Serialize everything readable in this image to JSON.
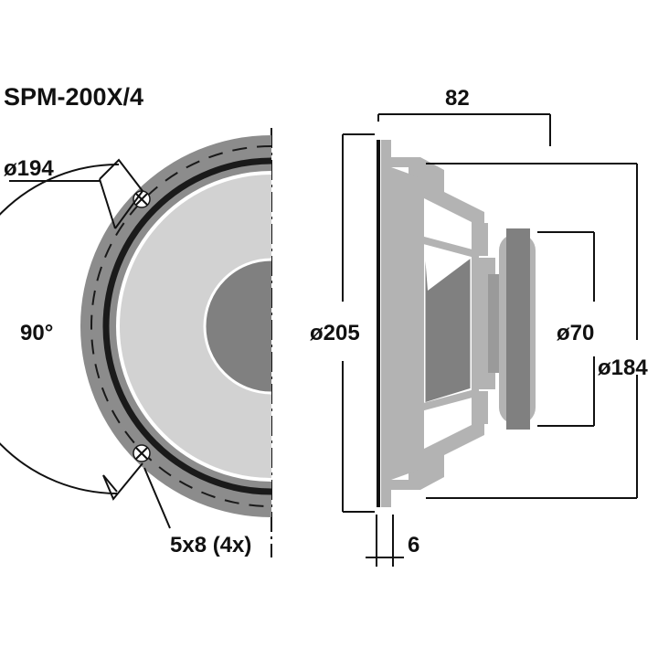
{
  "drawing": {
    "title": "SPM-200X/4",
    "type": "loudspeaker-technical-drawing",
    "units_note": "mm",
    "views": [
      {
        "name": "front-view",
        "description": "half front view of loudspeaker cone, left side of sheet"
      },
      {
        "name": "side-section-view",
        "description": "side profile section of loudspeaker, right side of sheet"
      }
    ]
  },
  "front_view": {
    "dimensions": {
      "outer_diameter_label": "ø194",
      "angle_label": "90°",
      "mounting_hole_label": "5x8 (4x)"
    },
    "parts": {
      "frame_ring": "outer-frame-ring",
      "surround_ring": "black-surround-ring",
      "cone": "paper-cone",
      "dust_cap": "dust-cap",
      "mounting_hole": "mounting-hole"
    },
    "colors": {
      "frame": "#8c8c8c",
      "surround": "#1a1a1a",
      "cone": "#d2d2d2",
      "dust_cap": "#808080",
      "highlight": "#ffffff"
    }
  },
  "side_view": {
    "dimensions": {
      "depth_label": "82",
      "flange_diameter_label": "ø205",
      "magnet_diameter_label": "ø70",
      "basket_diameter_label": "ø184",
      "flange_thickness_label": "6"
    },
    "parts": {
      "gasket": "front-gasket",
      "flange": "mounting-flange",
      "basket": "speaker-basket",
      "cone_profile": "cone-profile",
      "magnet": "magnet-assembly",
      "pole_plate": "pole-plate"
    },
    "colors": {
      "light_grey": "#b3b3b3",
      "mid_grey": "#9a9a9a",
      "dark_grey": "#808080",
      "gasket": "#111111"
    }
  },
  "style": {
    "line_color": "#111111",
    "background": "#ffffff"
  }
}
